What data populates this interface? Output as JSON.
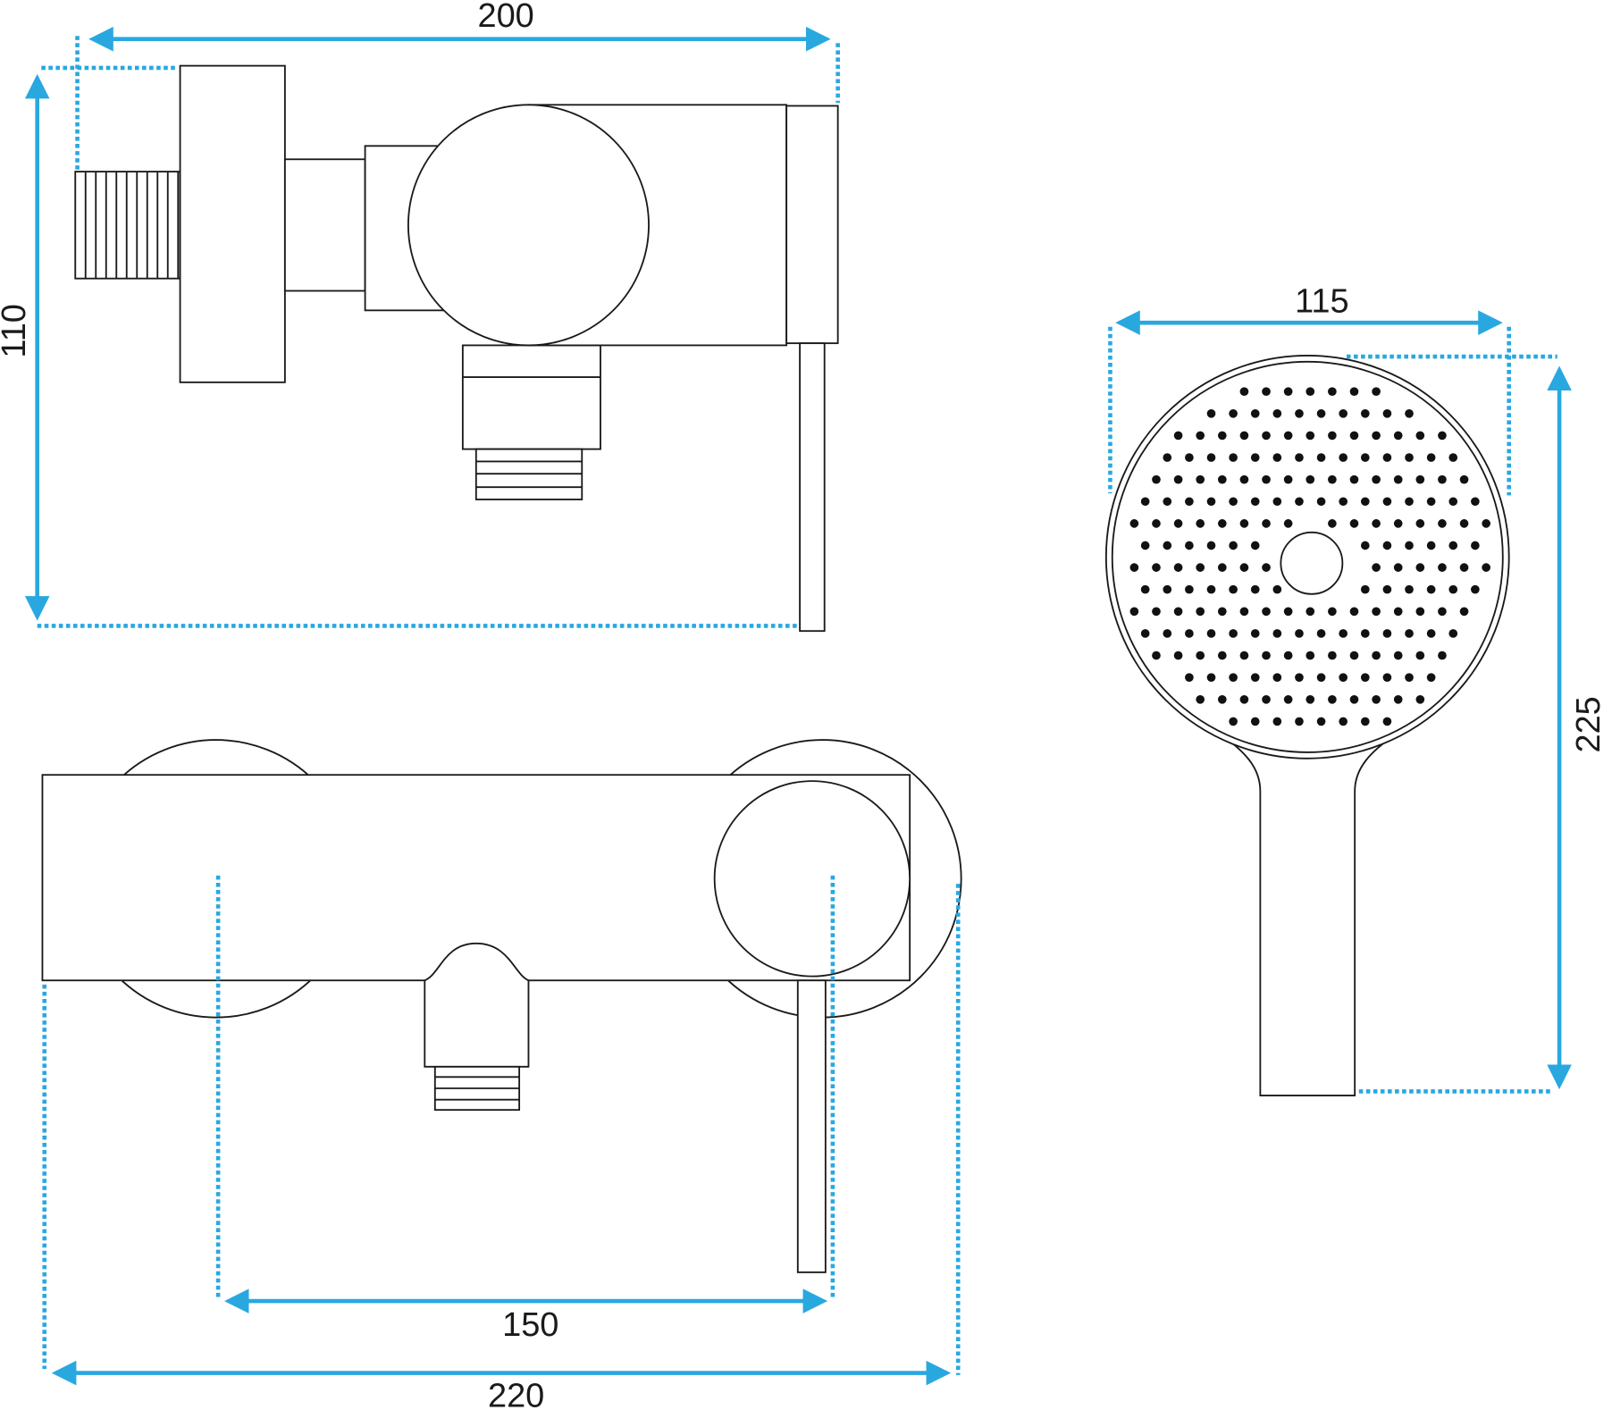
{
  "colors": {
    "dimension": "#29a8e0",
    "outline": "#1a1a1a"
  },
  "dimensions": {
    "side_width": "200",
    "side_height": "110",
    "head_width": "115",
    "head_length": "225",
    "center_distance": "150",
    "total_width": "220"
  }
}
